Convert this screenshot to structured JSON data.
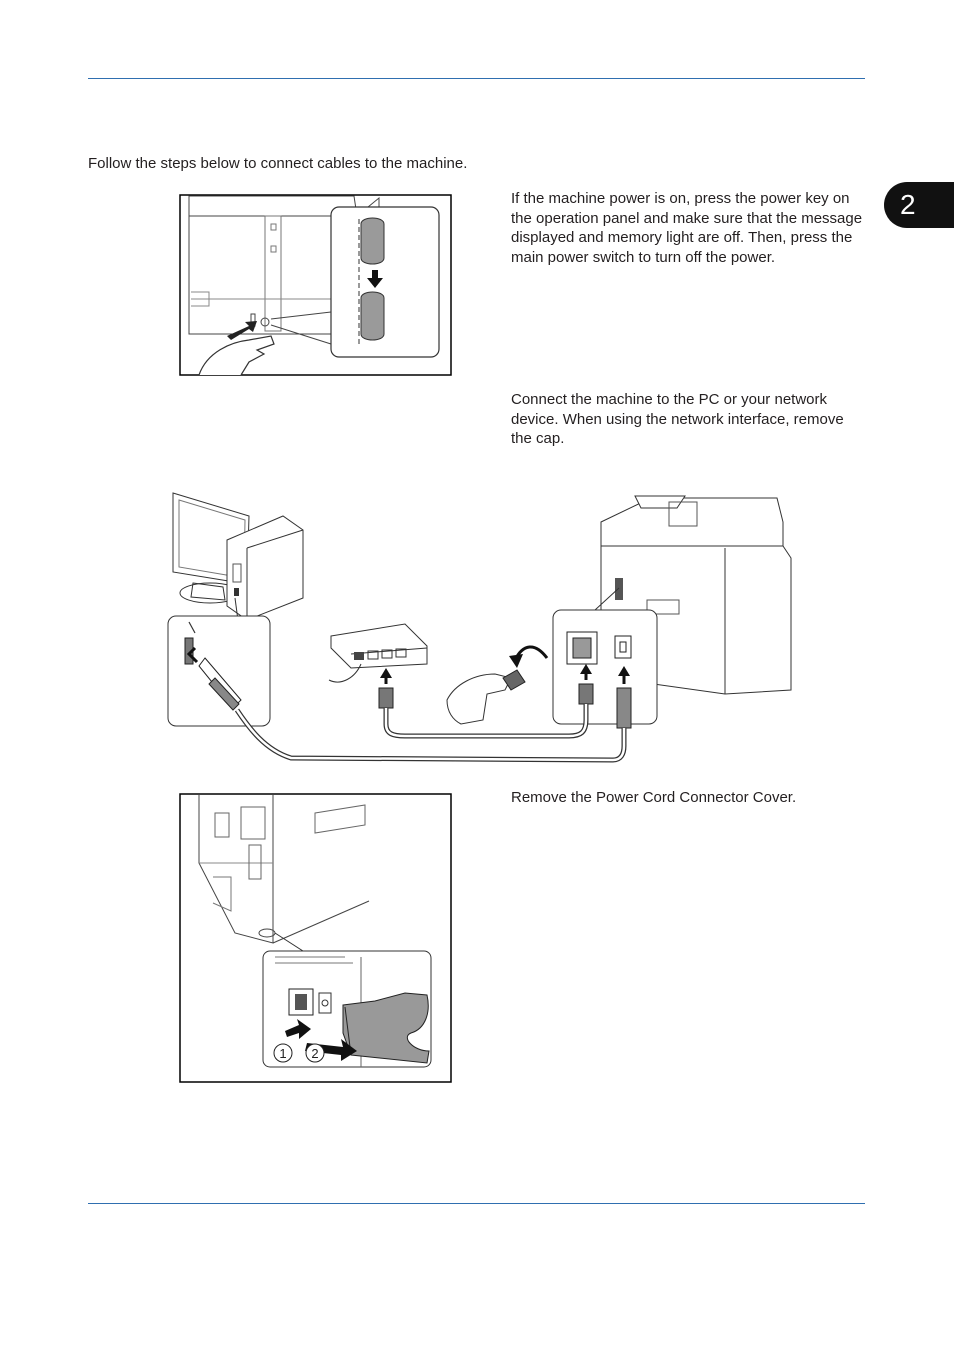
{
  "chapter_tab": "2",
  "intro": "Follow the steps below to connect cables to the machine.",
  "steps": [
    {
      "text": "If the machine power is on, press the power key on the operation panel and make sure that the message displayed and memory light are off. Then, press the main power switch to turn off the power."
    },
    {
      "text": "Connect the machine to the PC or your network device. When using the network interface, remove the cap."
    },
    {
      "text": "Remove the Power Cord Connector Cover."
    }
  ],
  "figures": {
    "power_cover_callouts": [
      "1",
      "2"
    ]
  }
}
